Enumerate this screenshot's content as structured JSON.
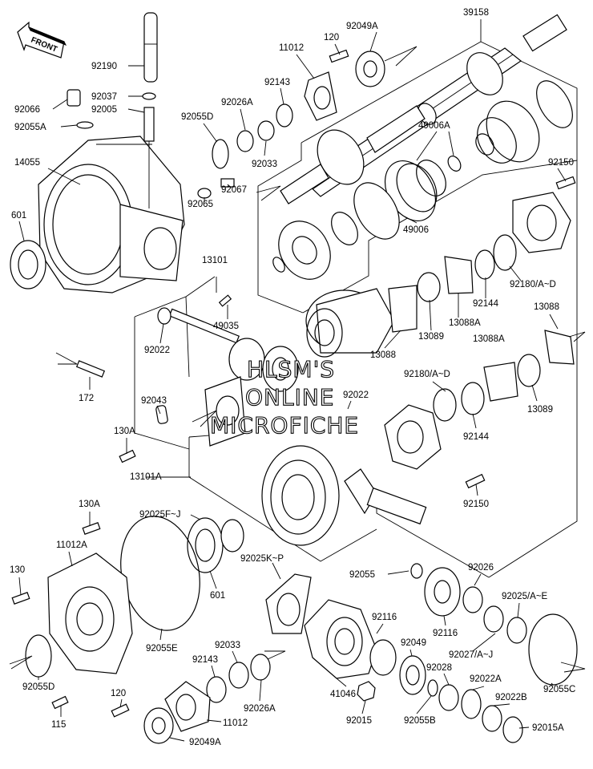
{
  "front_badge": "FRONT",
  "watermark": [
    "HLSM'S",
    "ONLINE",
    "MICROFICHE"
  ],
  "labels": {
    "l39158": "39158",
    "l92049A_top": "92049A",
    "l120_top": "120",
    "l11012_top": "11012",
    "l92190": "92190",
    "l92037": "92037",
    "l92005": "92005",
    "l92066": "92066",
    "l92055A": "92055A",
    "l92143_top": "92143",
    "l92026A_top": "92026A",
    "l92055D_top": "92055D",
    "l92033_top": "92033",
    "l49006A": "49006A",
    "l14055": "14055",
    "l92150_top": "92150",
    "l92067": "92067",
    "l92065": "92065",
    "l49006": "49006",
    "l601_left": "601",
    "l13101": "13101",
    "l92180_top": "92180/A~D",
    "l92144_top": "92144",
    "l13088_right": "13088",
    "l49035": "49035",
    "l13088A_top": "13088A",
    "l92022_left": "92022",
    "l13089_top": "13089",
    "l13088_mid": "13088",
    "l13088A_mid": "13088A",
    "l172": "172",
    "l92180_mid": "92180/A~D",
    "l92043": "92043",
    "l92022_mid": "92022",
    "l13089_mid": "13089",
    "l130A_left": "130A",
    "l92144_mid": "92144",
    "l13101A": "13101A",
    "l92150_mid": "92150",
    "l130A_bottom": "130A",
    "l92025FJ": "92025F~J",
    "l11012A": "11012A",
    "l130": "130",
    "l601_mid": "601",
    "l92025KP": "92025K~P",
    "l92055_mid": "92055",
    "l92026_right": "92026",
    "l92025AE": "92025/A~E",
    "l92116_a": "92116",
    "l92116_b": "92116",
    "l92055E": "92055E",
    "l92033_bottom": "92033",
    "l92049_mid": "92049",
    "l92143_bottom": "92143",
    "l92027": "92027/A~J",
    "l92055D_bottom": "92055D",
    "l41046": "41046",
    "l92028": "92028",
    "l92055C": "92055C",
    "l92022A": "92022A",
    "l92026A_bottom": "92026A",
    "l120_bottom": "120",
    "l92022B": "92022B",
    "l11012_bottom": "11012",
    "l92015": "92015",
    "l92055B": "92055B",
    "l92015A": "92015A",
    "l115": "115",
    "l92049A_bottom": "92049A"
  }
}
